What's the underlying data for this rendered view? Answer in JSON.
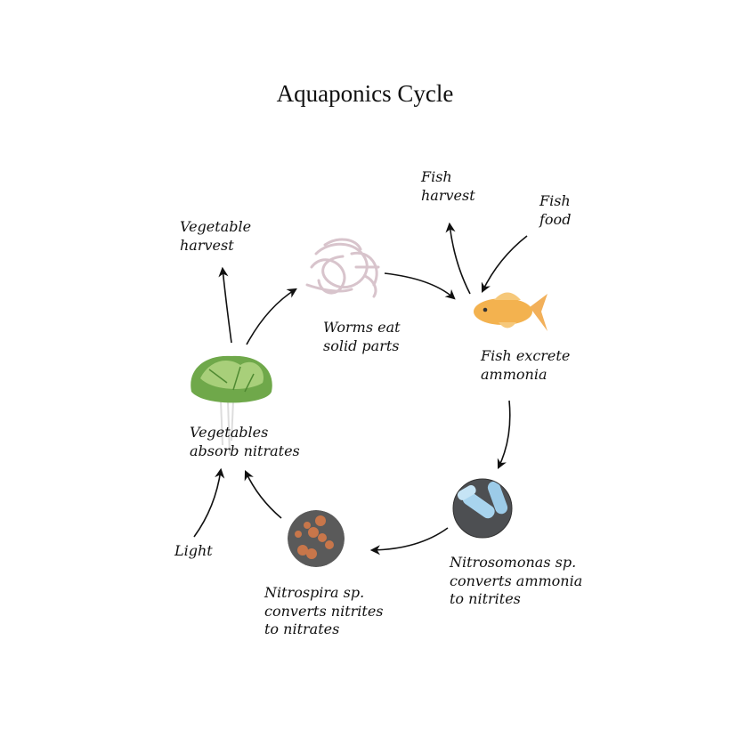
{
  "title": "Aquaponics Cycle",
  "labels": {
    "fish_harvest": [
      "Fish",
      "harvest"
    ],
    "fish_food": [
      "Fish",
      "food"
    ],
    "vegetable_harvest": [
      "Vegetable",
      "harvest"
    ],
    "worms": [
      "Worms eat",
      "solid parts"
    ],
    "fish": [
      "Fish excrete",
      "ammonia"
    ],
    "vegetables": [
      "Vegetables",
      "absorb nitrates"
    ],
    "light": [
      "Light"
    ],
    "nitrosomonas": [
      "Nitrosomonas sp.",
      "converts ammonia",
      "to nitrites"
    ],
    "nitrospira": [
      "Nitrospira sp.",
      "converts nitrites",
      "to nitrates"
    ]
  },
  "colors": {
    "arrow": "#111111",
    "lettuce": "#6fa84a",
    "fish": "#f0a040",
    "worms": "#d8c4cc",
    "bacteria_bg": "#555555",
    "nitrosomonas": "#a8d4ee",
    "nitrospira": "#c8764a"
  }
}
